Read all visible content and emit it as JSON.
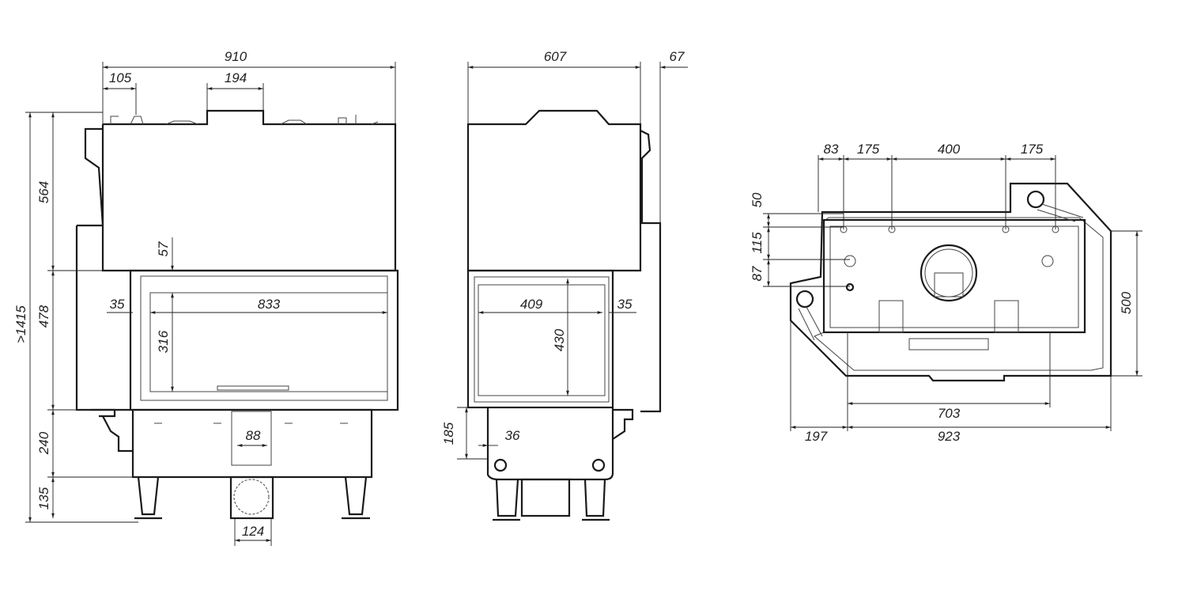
{
  "front_view": {
    "overall_width": "910",
    "left_offset": "105",
    "flue_width": "194",
    "total_height": ">1415",
    "upper_height": "564",
    "door_height": "478",
    "base_height": "240",
    "leg_height": "135",
    "door_top_gap": "57",
    "glass_height": "316",
    "side_gap": "35",
    "glass_width": "833",
    "air_inlet_width": "88",
    "air_duct_width": "124"
  },
  "side_view": {
    "depth": "607",
    "side_offset": "67",
    "glass_width": "409",
    "glass_height": "430",
    "side_gap": "35",
    "base_offset_height": "185",
    "base_offset_width": "36"
  },
  "top_view": {
    "offset_a": "83",
    "spacing_a": "175",
    "spacing_b": "400",
    "spacing_c": "175",
    "vert_a": "50",
    "vert_b": "115",
    "vert_c": "87",
    "depth": "500",
    "inner_width": "703",
    "left_offset": "197",
    "overall_width": "923"
  }
}
